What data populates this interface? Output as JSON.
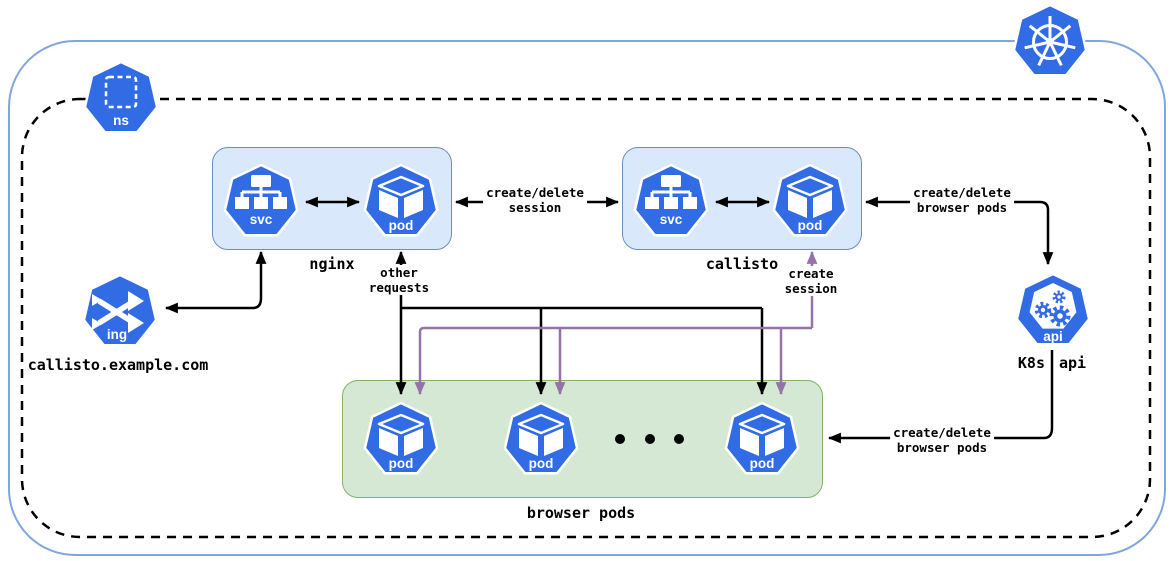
{
  "title": "callisto kubernetes architecture diagram",
  "colors": {
    "k8s_blue": "#326CE5",
    "blue_box_fill": "#DAE8FC",
    "blue_box_border": "#6C8EBF",
    "green_box_fill": "#D5E8D4",
    "green_box_border": "#82B366",
    "cluster_border": "#7EA6E0",
    "namespace_border": "#000000",
    "arrow_black": "#000000",
    "arrow_purple": "#9673A6"
  },
  "icons": {
    "pod": {
      "label": "pod"
    },
    "svc": {
      "label": "svc"
    },
    "ing": {
      "label": "ing"
    },
    "ns": {
      "label": "ns"
    },
    "api": {
      "label": "api"
    }
  },
  "groups": {
    "nginx": {
      "label": "nginx"
    },
    "callisto": {
      "label": "callisto"
    },
    "browser_pods": {
      "label": "browser pods"
    }
  },
  "nodes": {
    "ingress_host": "callisto.example.com",
    "k8s_api_word1": "K8s",
    "k8s_api_word2": "api"
  },
  "edges": {
    "create_delete_session": [
      "create/delete",
      "session"
    ],
    "create_delete_browser_pods_right": [
      "create/delete",
      "browser pods"
    ],
    "create_delete_browser_pods_bottom": [
      "create/delete",
      "browser pods"
    ],
    "other_requests": [
      "other",
      "requests"
    ],
    "create_session": [
      "create",
      "session"
    ]
  }
}
